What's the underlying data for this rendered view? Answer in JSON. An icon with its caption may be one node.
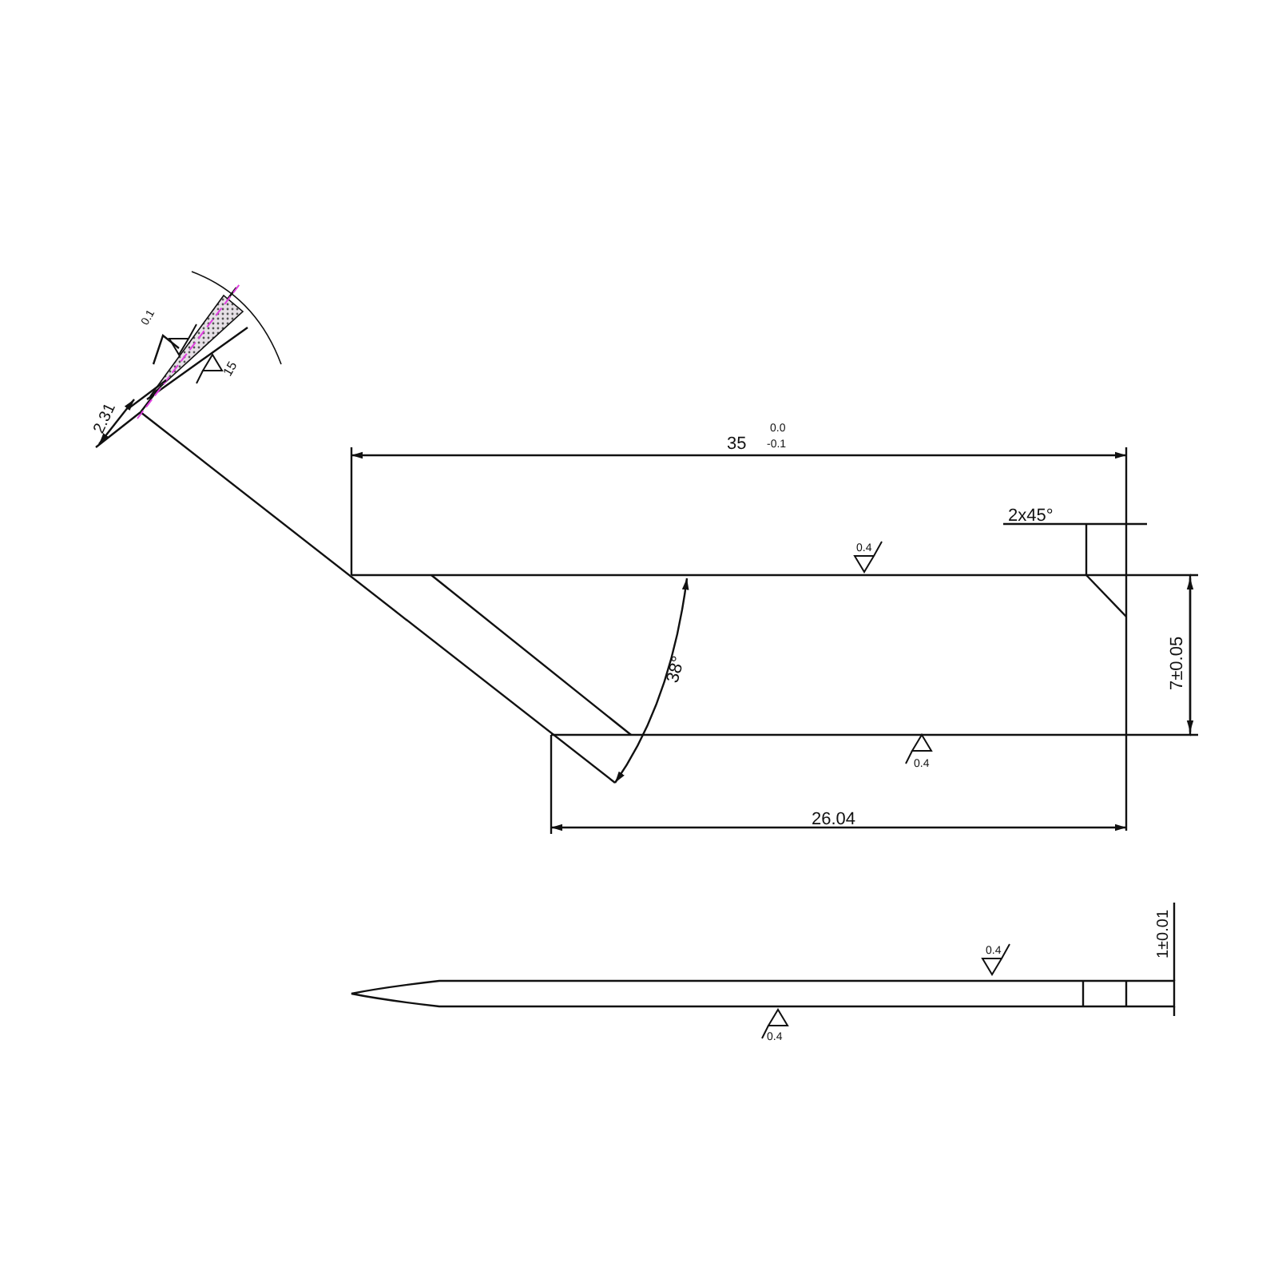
{
  "diagram": {
    "labels": [
      "0.1",
      "15",
      "2.31",
      "35",
      "0.0",
      "-0.1",
      "2x45°",
      "0.4",
      "38°",
      "7±0.05",
      "0.4",
      "26.04",
      "1±0.01",
      "0.4",
      "0.4"
    ]
  }
}
